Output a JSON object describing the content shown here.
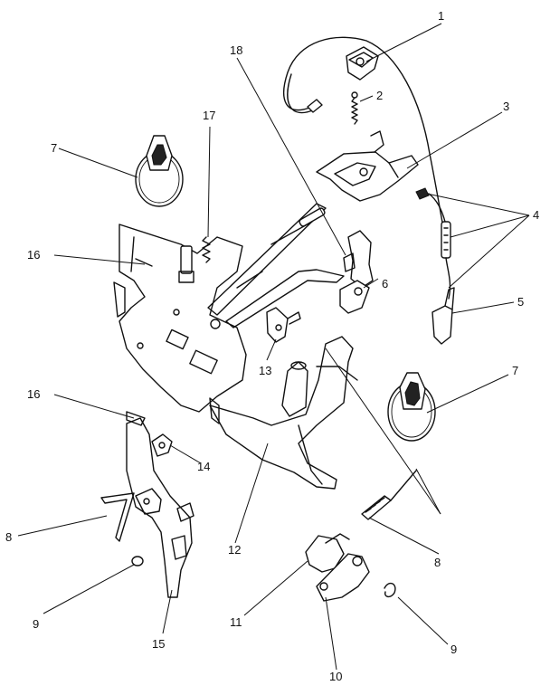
{
  "callouts": [
    {
      "id": "c1",
      "label": "1"
    },
    {
      "id": "c2",
      "label": "2"
    },
    {
      "id": "c3",
      "label": "3"
    },
    {
      "id": "c4",
      "label": "4"
    },
    {
      "id": "c5",
      "label": "5"
    },
    {
      "id": "c6",
      "label": "6"
    },
    {
      "id": "c7a",
      "label": "7"
    },
    {
      "id": "c7b",
      "label": "7"
    },
    {
      "id": "c8a",
      "label": "8"
    },
    {
      "id": "c8b",
      "label": "8"
    },
    {
      "id": "c9a",
      "label": "9"
    },
    {
      "id": "c9b",
      "label": "9"
    },
    {
      "id": "c10",
      "label": "10"
    },
    {
      "id": "c11",
      "label": "11"
    },
    {
      "id": "c12",
      "label": "12"
    },
    {
      "id": "c13",
      "label": "13"
    },
    {
      "id": "c14",
      "label": "14"
    },
    {
      "id": "c15",
      "label": "15"
    },
    {
      "id": "c16a",
      "label": "16"
    },
    {
      "id": "c16b",
      "label": "16"
    },
    {
      "id": "c17",
      "label": "17"
    },
    {
      "id": "c18",
      "label": "18"
    }
  ]
}
